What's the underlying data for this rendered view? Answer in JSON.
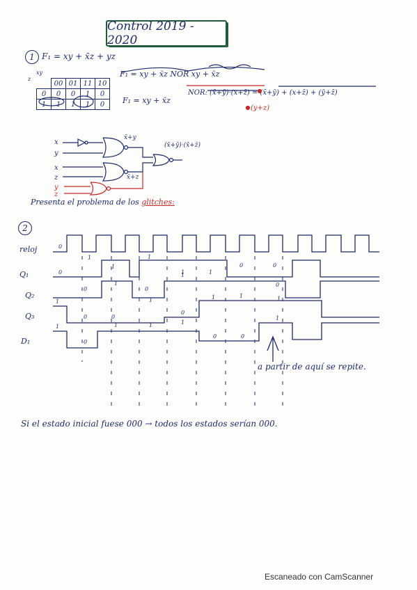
{
  "title": "Control 2019 - 2020",
  "q1": {
    "num": "1",
    "formula": "F₁ = xy + x̄z + yz",
    "kmap": {
      "corner_top": "xy",
      "corner_left": "z",
      "cols": [
        "00",
        "01",
        "11",
        "10"
      ],
      "rows": [
        {
          "z": "0",
          "cells": [
            "0",
            "0",
            "1",
            "0"
          ]
        },
        {
          "z": "1",
          "cells": [
            "1",
            "1",
            "1",
            "0"
          ]
        }
      ]
    },
    "double_neg": "F₁ = xy + x̄z  NOR  xy + x̄z",
    "simplified": "F₁ = xy + x̄z",
    "nor_expr": "NOR: (x̄+ȳ)·(x+z̄) = (x̄+ȳ) + (x+z̄) + (ȳ+z̄)",
    "red_term": "(y+z)",
    "gate_labels": {
      "in1": "x",
      "in2": "y",
      "in3": "x",
      "in4": "z",
      "in5": "y",
      "in6": "z",
      "g1_out": "x̄+y",
      "g2_out": "x̄+z",
      "final_out": "(x̄+ȳ)·(x̄+z̄)"
    },
    "glitch_text": "Presenta el problema de los",
    "glitch_word": "glitches:"
  },
  "q2": {
    "num": "2",
    "labels": [
      "reloj",
      "Q₁",
      "Q₂",
      "Q₃",
      "D₁"
    ],
    "note_repeat": "a partir de aquí se repite.",
    "final_note": "Si el estado inicial fuese 000 → todos los estados serían 000."
  },
  "footer": "Escaneado con CamScanner"
}
